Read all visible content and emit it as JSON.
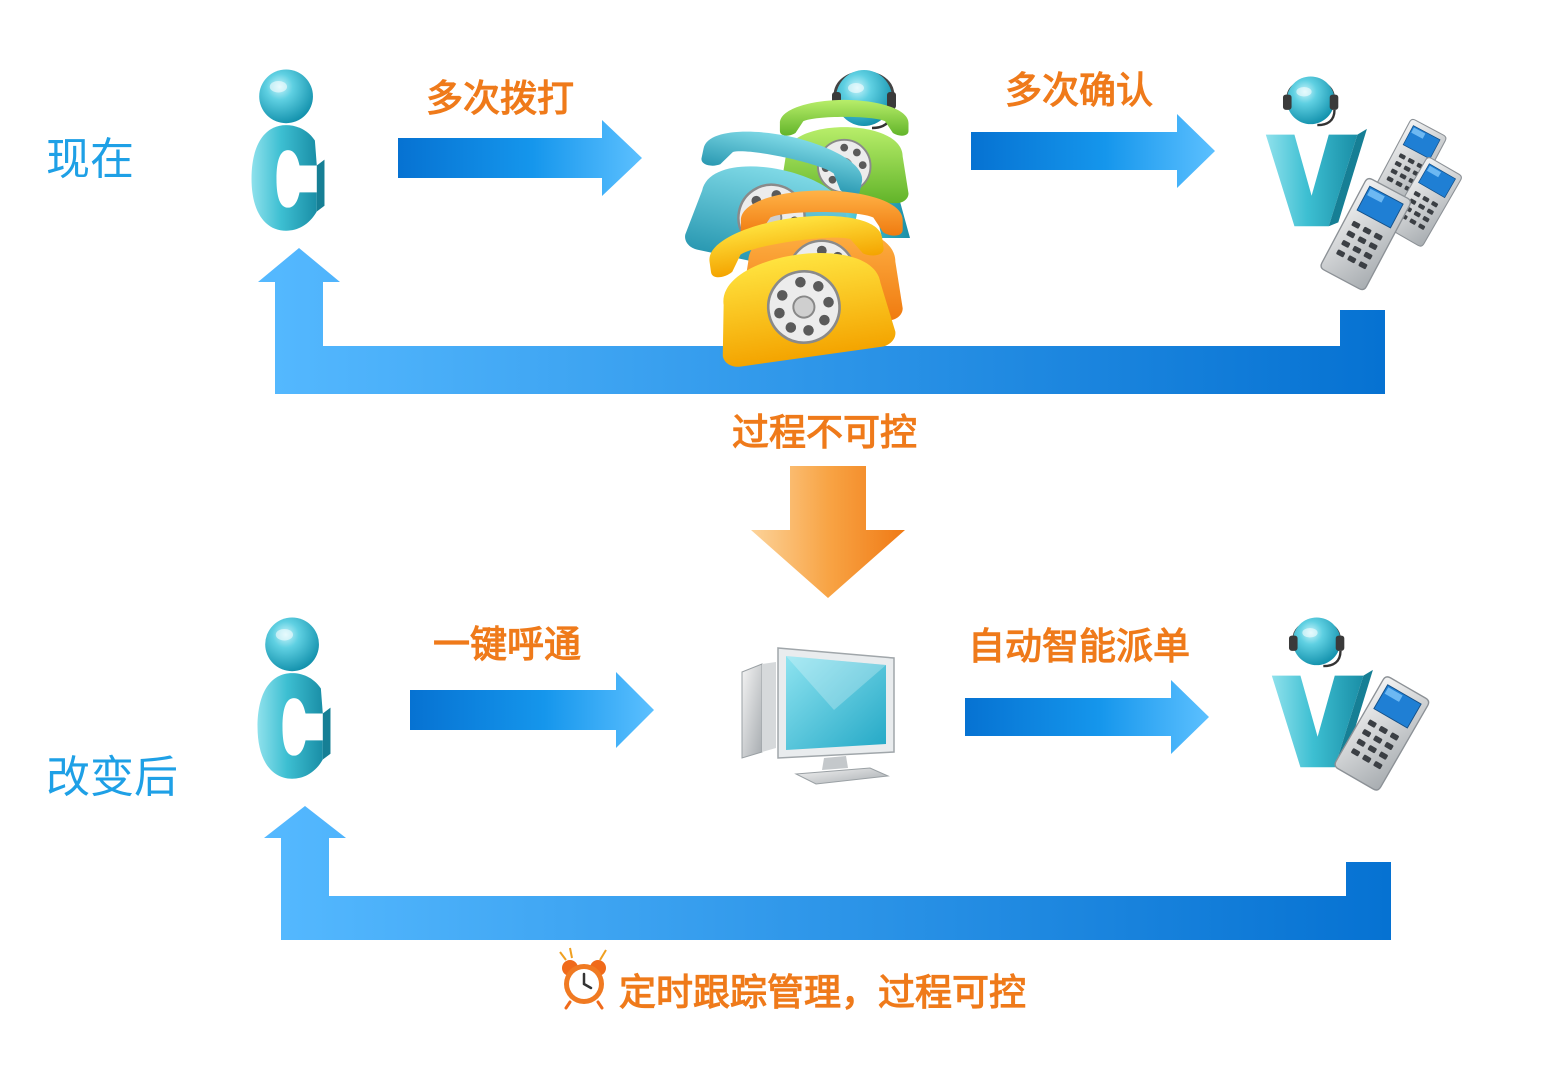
{
  "rows": {
    "before": {
      "label": "现在",
      "step1": "多次拨打",
      "step2": "多次确认",
      "note": "过程不可控"
    },
    "after": {
      "label": "改变后",
      "step1": "一键呼通",
      "step2": "自动智能派单",
      "note": "定时跟踪管理，过程可控"
    }
  },
  "icons": {
    "customer": "customer-c-figure-icon",
    "phones": "desk-phones-operator-icon",
    "worker_phones": "worker-v-figure-mobile-phones-icon",
    "computer": "desktop-computer-icon",
    "alarm": "alarm-clock-icon"
  },
  "colors": {
    "row_label": "#1ea0e6",
    "step_text": "#ef7a1a",
    "arrow_blue_dark": "#0672d2",
    "arrow_blue_light": "#55b9ff",
    "arrow_orange": "#f28a2a",
    "figure_teal": "#2fb6c9"
  }
}
